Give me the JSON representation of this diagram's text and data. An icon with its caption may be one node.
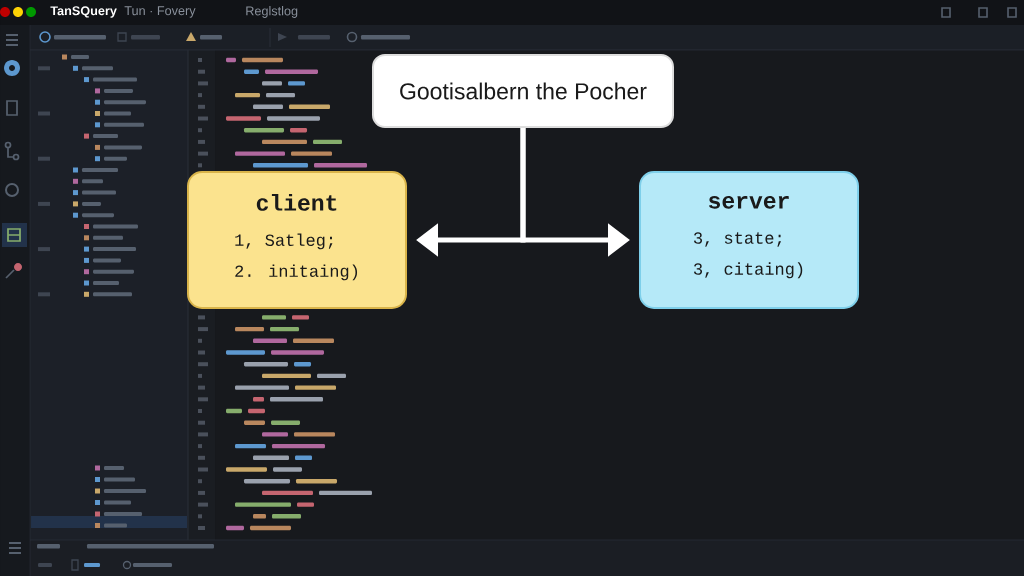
{
  "diagram": {
    "nodes": [
      {
        "text": [
          "Gootisalbern the Pocher"
        ]
      },
      {
        "text": [
          "client",
          "1, Satleg;",
          "2. initaing)"
        ]
      },
      {
        "text": [
          "server",
          "3, state;",
          "3, citaing)"
        ]
      }
    ],
    "edges": [
      {
        "from": 0,
        "to": 1,
        "arrow": "to"
      },
      {
        "from": 0,
        "to": 2,
        "arrow": "to"
      }
    ],
    "labels": [
      "TanSQuery",
      "Tun · Fovery",
      "Reglstlog"
    ]
  }
}
